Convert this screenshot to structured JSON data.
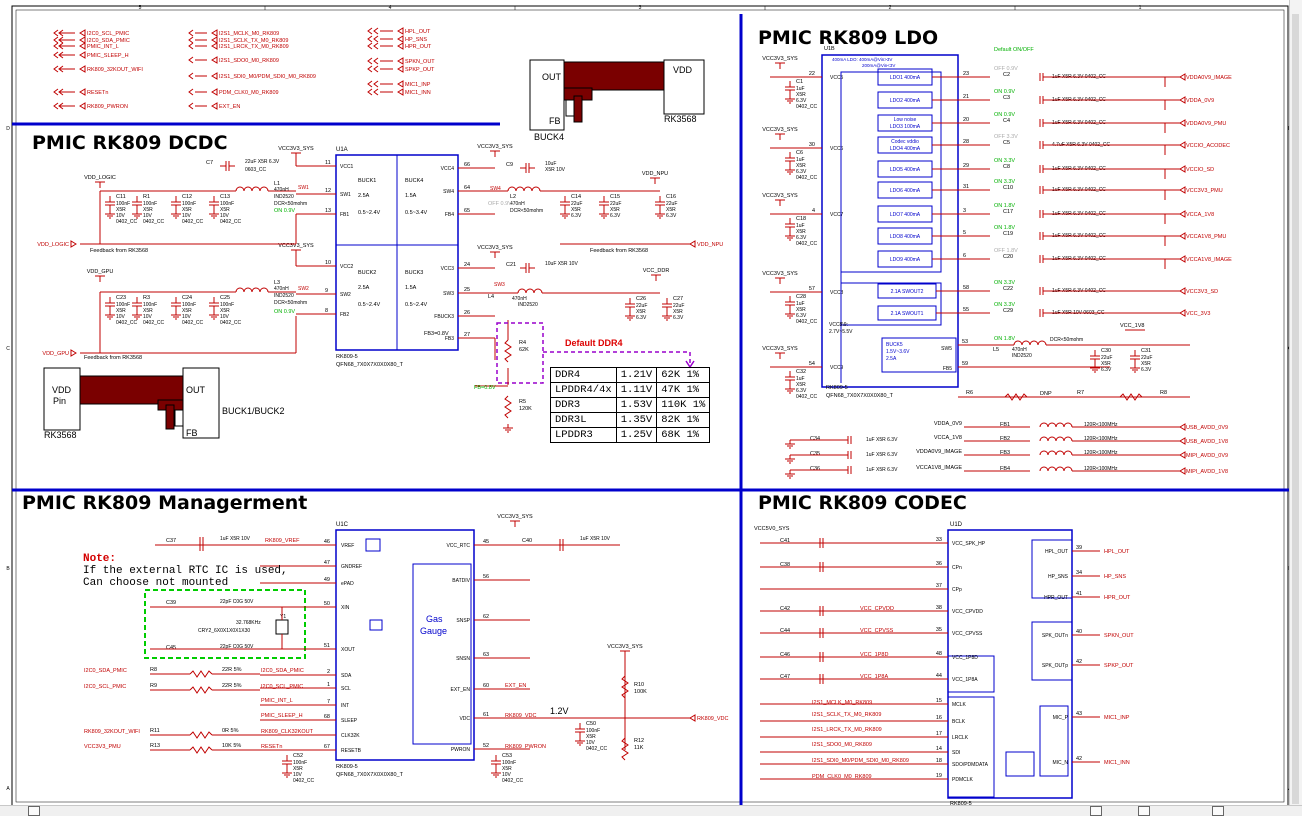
{
  "border": {
    "columns": [
      "5",
      "4",
      "3",
      "2",
      "1"
    ],
    "rows": [
      "D",
      "C",
      "B",
      "A"
    ]
  },
  "sections": {
    "dcdc": "PMIC RK809 DCDC",
    "ldo": "PMIC RK809 LDO",
    "management": "PMIC RK809 Managerment",
    "codec": "PMIC RK809 CODEC"
  },
  "top_nets_col1": [
    "I2C0_SCL_PMIC",
    "I2C0_SDA_PMIC",
    "PMIC_INT_L",
    "PMIC_SLEEP_H",
    "RK809_32KOUT_WIFI",
    "RESETn",
    "RK809_PWRON"
  ],
  "top_nets_col2": [
    "I2S1_MCLK_M0_RK809",
    "I2S1_SCLK_TX_M0_RK809",
    "I2S1_LRCK_TX_M0_RK809",
    "I2S1_SDO0_M0_RK809",
    "I2S1_SDI0_M0/PDM_SDI0_M0_RK809",
    "PDM_CLK0_M0_RK809",
    "EXT_EN"
  ],
  "top_nets_col3": [
    "HPL_OUT",
    "HP_SNS",
    "HPR_OUT",
    "SPKN_OUT",
    "SPKP_OUT",
    "MIC1_INP",
    "MIC1_INN"
  ],
  "buck4_fig": {
    "out": "OUT",
    "vdd": "VDD",
    "fb": "FB",
    "name": "BUCK4",
    "chip": "RK3568"
  },
  "buck12_fig": {
    "vdd": "VDD",
    "pin": "Pin",
    "out": "OUT",
    "fb": "FB",
    "name": "BUCK1/BUCK2",
    "chip": "RK3568"
  },
  "dcdc": {
    "u_ref": "U1A",
    "blocks": [
      {
        "name": "BUCK1",
        "cur": "2.5A",
        "v": "0.5~2.4V"
      },
      {
        "name": "BUCK4",
        "cur": "1.5A",
        "v": "0.5~3.4V"
      },
      {
        "name": "BUCK2",
        "cur": "2.5A",
        "v": "0.5~2.4V"
      },
      {
        "name": "BUCK3",
        "cur": "1.5A",
        "v": "0.5~2.4V"
      }
    ],
    "pins_left": [
      {
        "n": "11",
        "p": "VCC1"
      },
      {
        "n": "12",
        "p": "SW1"
      },
      {
        "n": "13",
        "p": "FB1"
      },
      {
        "n": "10",
        "p": "VCC2"
      },
      {
        "n": "9",
        "p": "SW2"
      },
      {
        "n": "8",
        "p": "FB2"
      }
    ],
    "pins_right": [
      {
        "n": "66",
        "p": "VCC4"
      },
      {
        "n": "64",
        "p": "SW4"
      },
      {
        "n": "65",
        "p": "FB4"
      },
      {
        "n": "24",
        "p": "VCC3"
      },
      {
        "n": "25",
        "p": "SW3"
      },
      {
        "n": "26",
        "p": "FBUCK3"
      },
      {
        "n": "27",
        "p": "FB3"
      }
    ],
    "fb3_note": "FB3=0.8V",
    "part": "RK809-5",
    "pkg": "QFN68_7X0X7X0X0X80_T",
    "nets": [
      "VCC3V3_SYS",
      "VDD_LOGIC",
      "VDD_NPU",
      "VDD_GPU",
      "VCC_DDR",
      "VCC3V3_SYS",
      "VCC3V3_SYS"
    ],
    "feedback1": "Feedback from RK3568",
    "feedback2": "Feedback from RK3568",
    "feedback3": "Feedback from RK3568",
    "sw_labels": [
      "SW1",
      "SW2",
      "SW3",
      "SW4"
    ],
    "inductors": [
      {
        "ref": "L1",
        "v": "470nH",
        "pkg": "IND2520",
        "d": "DCR<50mohm"
      },
      {
        "ref": "L2",
        "v": "470nH",
        "pkg": "IND2520",
        "d": "DCR<50mohm"
      },
      {
        "ref": "L3",
        "v": "470nH",
        "pkg": "IND2520",
        "d": "DCR<50mohm"
      },
      {
        "ref": "L4",
        "v": "470nH",
        "pkg": "IND2520",
        "d": "DCR<50mohm"
      }
    ],
    "on_labels": [
      "ON 0.9V",
      "ON 0.9V",
      "OFF 0.9V"
    ],
    "fb_label": "FB=0.8V",
    "default_ddr": "Default DDR4",
    "r4": {
      "ref": "R4",
      "v": "62K"
    },
    "r5": {
      "ref": "R5",
      "v": "120K"
    }
  },
  "ddr_table": [
    [
      "DDR4",
      "1.21V",
      "62K 1%"
    ],
    [
      "LPDDR4/4x",
      "1.11V",
      "47K 1%"
    ],
    [
      "DDR3",
      "1.53V",
      "110K 1%"
    ],
    [
      "DDR3L",
      "1.35V",
      "82K 1%"
    ],
    [
      "LPDDR3",
      "1.25V",
      "68K 1%"
    ]
  ],
  "ldo": {
    "u_ref": "U1B",
    "hdr_note1": "400mA LDO: 400mA@Vin>3V",
    "hdr_note2": "200mA@Vin<3V",
    "default_on_off": "Default ON/OFF",
    "vcc_pins": [
      {
        "n": "22",
        "p": "VCC5"
      },
      {
        "n": "30",
        "p": "VCC6"
      },
      {
        "n": "4",
        "p": "VCC7"
      },
      {
        "n": "57",
        "p": "VCC8"
      },
      {
        "n": "54",
        "p": "VCC9"
      }
    ],
    "ldos": [
      {
        "name": "LDO1 400mA",
        "pin": "23",
        "state": "OFF 0.9V",
        "cap": "C2",
        "cv": "1uF X5R 6.3V 0402_CC",
        "net": "VDDA0V9_IMAGE"
      },
      {
        "name": "LDO2 400mA",
        "pin": "21",
        "state": "ON 0.9V",
        "cap": "C3",
        "cv": "1uF X5R 6.3V 0402_CC",
        "net": "VDDA_0V9"
      },
      {
        "name": "Low noise LDO3 100mA",
        "pin": "20",
        "state": "ON 0.9V",
        "cap": "C4",
        "cv": "1uF X5R 6.3V 0402_CC",
        "net": "VDDA0V9_PMU"
      },
      {
        "name": "Codec vddio LDO4 400mA",
        "pin": "28",
        "state": "OFF 3.3V",
        "cap": "C5",
        "cv": "4.7uF X5R 6.3V 0402_CC",
        "net": "VCCIO_ACODEC"
      },
      {
        "name": "LDO5 400mA",
        "pin": "29",
        "state": "ON 3.3V",
        "cap": "C8",
        "cv": "1uF X5R 6.3V 0402_CC",
        "net": "VCCIO_SD"
      },
      {
        "name": "LDO6 400mA",
        "pin": "31",
        "state": "ON 3.3V",
        "cap": "C10",
        "cv": "1uF X5R 6.3V 0402_CC",
        "net": "VCC3V3_PMU"
      },
      {
        "name": "LDO7 400mA",
        "pin": "3",
        "state": "ON 1.8V",
        "cap": "C17",
        "cv": "1uF X5R 6.3V 0402_CC",
        "net": "VCCA_1V8"
      },
      {
        "name": "LDO8 400mA",
        "pin": "5",
        "state": "ON 1.8V",
        "cap": "C19",
        "cv": "1uF X5R 6.3V 0402_CC",
        "net": "VCCA1V8_PMU"
      },
      {
        "name": "LDO9 400mA",
        "pin": "6",
        "state": "OFF 1.8V",
        "cap": "C20",
        "cv": "1uF X5R 6.3V 0402_CC",
        "net": "VCCA1V8_IMAGE"
      }
    ],
    "switches": [
      {
        "name": "2.1A SWOUT2",
        "pin": "58",
        "state": "ON 3.3V",
        "cap": "C22",
        "cv": "1uF X5R 6.3V 0402_CC",
        "net": "VCC3V3_SD"
      },
      {
        "name": "2.1A SWOUT1",
        "pin": "55",
        "state": "ON 3.3V",
        "cap": "C29",
        "cv": "1uF X5R 10V 0603_CC",
        "net": "VCC_3V3"
      }
    ],
    "vcc8_note": "VCC8\\9:\n2.7V~5.5V",
    "buck5": {
      "name": "BUCK5",
      "v": "1.5V~3.6V",
      "cur": "2.5A",
      "sw": "SW5",
      "fb": "FB5",
      "pins": [
        "53",
        "59"
      ],
      "state": "ON 1.8V",
      "l": "L5",
      "lv": "470nH",
      "lpkg": "IND2520",
      "ld": "DCR<50mohm",
      "net": "VCC_1V8"
    },
    "part": "RK809-5",
    "pkg": "QFN68_7X0X7X0X0X80_T",
    "r6": "R6",
    "r7": "R7",
    "r8": "R8",
    "dnp": "DNP",
    "ferrites": [
      {
        "in": "VDDA_0V9",
        "ref": "FB1",
        "v": "120R<100MHz",
        "out": "USB_AVDD_0V9"
      },
      {
        "in": "VCCA_1V8",
        "ref": "FB2",
        "v": "120R<100MHz",
        "out": "USB_AVDD_1V8"
      },
      {
        "in": "VDDA0V9_IMAGE",
        "ref": "FB3",
        "v": "120R<100MHz",
        "out": "MIPI_AVDD_0V9"
      },
      {
        "in": "VCCA1V8_IMAGE",
        "ref": "FB4",
        "v": "120R<100MHz",
        "out": "MIPI_AVDD_1V8"
      }
    ],
    "caps_bottom": [
      "C34",
      "C35",
      "C36"
    ]
  },
  "mgmt": {
    "u_ref": "U1C",
    "note_title": "Note:",
    "note_body": "If the external RTC IC is used,\nCan choose not mounted",
    "left_pins": [
      {
        "n": "46",
        "p": "VREF"
      },
      {
        "n": "47",
        "p": "GNDREF"
      },
      {
        "n": "49",
        "p": "ePAD"
      },
      {
        "n": "50",
        "p": "XIN"
      },
      {
        "n": "51",
        "p": "XOUT"
      },
      {
        "n": "2",
        "p": "SDA"
      },
      {
        "n": "1",
        "p": "SCL"
      },
      {
        "n": "7",
        "p": "INT"
      },
      {
        "n": "68",
        "p": "SLEEP"
      },
      {
        "n": "",
        "p": "CLK32K"
      },
      {
        "n": "67",
        "p": "RESETB"
      }
    ],
    "right_pins": [
      {
        "n": "45",
        "p": "VCC_RTC"
      },
      {
        "n": "56",
        "p": "BATDIV"
      },
      {
        "n": "62",
        "p": "SNSP"
      },
      {
        "n": "63",
        "p": "SNSN"
      },
      {
        "n": "60",
        "p": "EXT_EN"
      },
      {
        "n": "61",
        "p": "VDC"
      },
      {
        "n": "52",
        "p": "PWRON"
      }
    ],
    "gas_gauge": "Gas Gauge",
    "left_nets": [
      "RK809_VREF",
      "I2C0_SDA_PMIC",
      "I2C0_SCL_PMIC",
      "PMIC_INT_L",
      "PMIC_SLEEP_H",
      "RK809_CLK32KOUT",
      "RESETn"
    ],
    "right_nets": [
      "EXT_EN",
      "RK809_VDC",
      "RK809_PWRON"
    ],
    "left_resistors": [
      {
        "ref": "R8",
        "v": "22R 5%"
      },
      {
        "ref": "R9",
        "v": "22R 5%"
      },
      {
        "ref": "R11",
        "v": "0R 5%"
      },
      {
        "ref": "R13",
        "v": "10K 5%"
      }
    ],
    "far_left_nets": [
      "I2C0_SDA_PMIC",
      "I2C0_SCL_PMIC",
      "RK809_32KOUT_WIFI",
      "VCC3V3_PMU"
    ],
    "crystal": {
      "ref": "Y1",
      "f": "32.768KHz",
      "pkg": "CRY2_6X0X1X0X1X30"
    },
    "caps": [
      "C37",
      "C39",
      "C45",
      "C40",
      "C50",
      "C52",
      "C53"
    ],
    "vdc_v": "1.2V",
    "r10": {
      "ref": "R10",
      "v": "100K"
    },
    "r12": {
      "ref": "R12",
      "v": "11K"
    },
    "vcc_net": "VCC3V3_SYS",
    "part": "RK809-5",
    "pkg": "QFN68_7X0X7X0X0X80_T"
  },
  "codec": {
    "u_ref": "U1D",
    "left_pins": [
      {
        "n": "33",
        "p": "VCC_SPK_HP"
      },
      {
        "n": "36",
        "p": "CPn"
      },
      {
        "n": "37",
        "p": "CPp"
      },
      {
        "n": "38",
        "p": "VCC_CPVDD"
      },
      {
        "n": "35",
        "p": "VCC_CPVSS"
      },
      {
        "n": "48",
        "p": "VCC_1P8D"
      },
      {
        "n": "44",
        "p": "VCC_1P8A"
      },
      {
        "n": "15",
        "p": "MCLK"
      },
      {
        "n": "16",
        "p": "BCLK"
      },
      {
        "n": "17",
        "p": "LRCLK"
      },
      {
        "n": "14",
        "p": "SDI"
      },
      {
        "n": "18",
        "p": "SDO/PDMDATA"
      },
      {
        "n": "19",
        "p": "PDMCLK"
      }
    ],
    "right_pins": [
      {
        "n": "39",
        "p": "HPL_OUT",
        "net": "HPL_OUT"
      },
      {
        "n": "34",
        "p": "HP_SNS",
        "net": "HP_SNS"
      },
      {
        "n": "41",
        "p": "HPR_OUT",
        "net": "HPR_OUT"
      },
      {
        "n": "40",
        "p": "SPK_OUTn",
        "net": "SPKN_OUT"
      },
      {
        "n": "42",
        "p": "SPK_OUTp",
        "net": "SPKP_OUT"
      },
      {
        "n": "43",
        "p": "MIC_P",
        "net": "MIC1_INP"
      },
      {
        "n": "42",
        "p": "MIC_N",
        "net": "MIC1_INN"
      }
    ],
    "left_nets": [
      "VCC_CPVDD",
      "VCC_CPVSS",
      "VCC_1P8D",
      "VCC_1P8A",
      "I2S1_MCLK_M0_RK809",
      "I2S1_SCLK_TX_M0_RK809",
      "I2S1_LRCK_TX_M0_RK809",
      "I2S1_SDO0_M0_RK809",
      "I2S1_SDI0_M0/PDM_SDI0_M0_RK809",
      "PDM_CLK0_M0_RK809"
    ],
    "caps": [
      "C41",
      "C38",
      "C42",
      "C44",
      "C46",
      "C47"
    ],
    "vin": "VCC5V0_SYS",
    "part": "RK809-5"
  }
}
